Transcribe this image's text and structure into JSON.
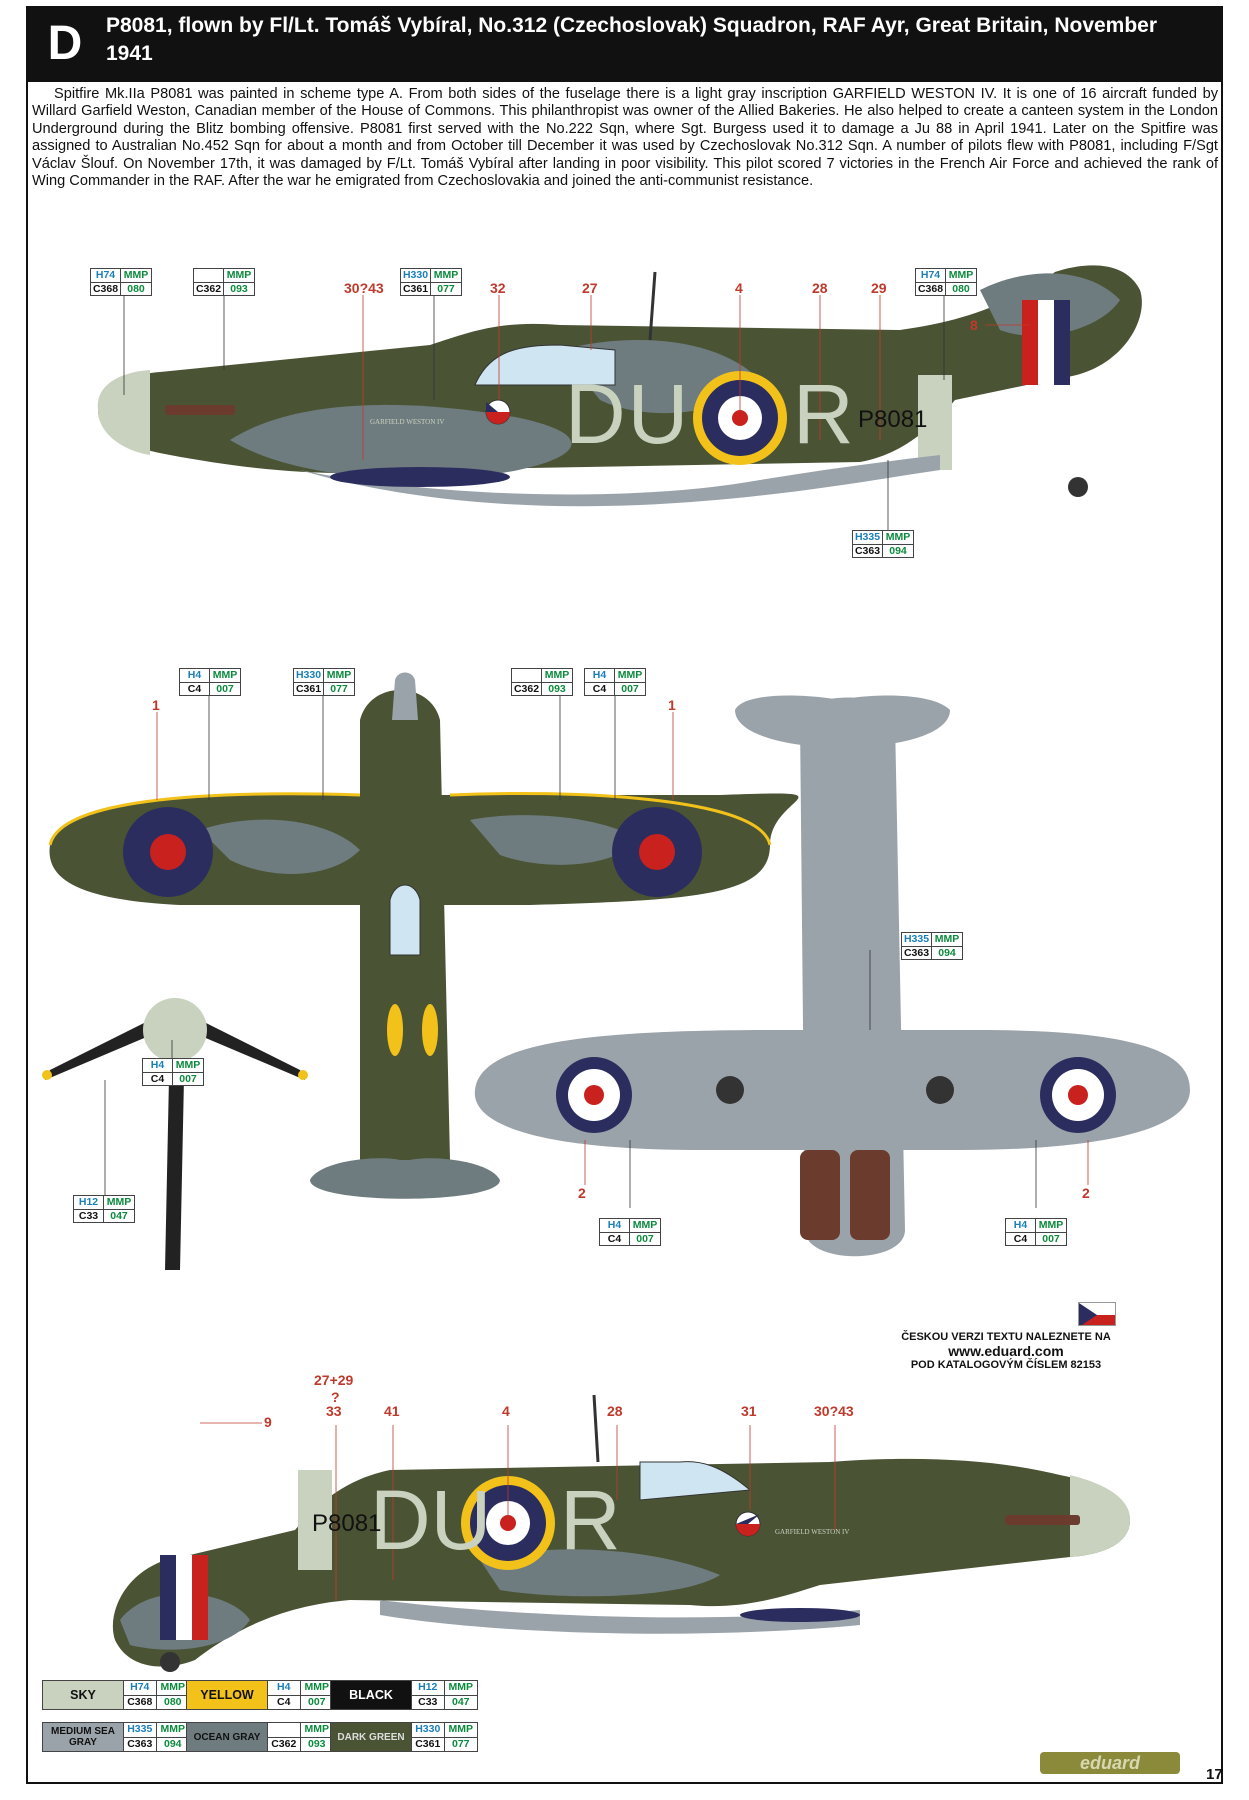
{
  "header": {
    "letter": "D",
    "title": "P8081, flown by Fl/Lt. Tomáš Vybíral, No.312 (Czechoslovak) Squadron, RAF Ayr, Great Britain, November 1941"
  },
  "description": "Spitfire Mk.IIa P8081 was painted in scheme type A. From both sides of the fuselage there is a light gray inscription GARFIELD WESTON IV. It is one of 16 aircraft funded by Willard Garfield Weston, Canadian member of the House of Commons. This philanthropist was owner of the Allied Bakeries. He also helped to create a canteen system in the London Underground during the Blitz bombing offensive. P8081 first served with the No.222 Sqn, where Sgt. Burgess used it to damage a Ju 88 in April 1941. Later on the Spitfire was assigned to Australian No.452 Sqn for about a month and from October till December it was used by Czechoslovak No.312 Sqn. A number of pilots flew with P8081, including F/Sgt Václav Šlouf. On November 17th, it was damaged by F/Lt. Tomáš Vybíral after landing in poor visibility. This pilot scored 7 victories in the French Air Force and achieved the rank of Wing Commander in the RAF. After the war he emigrated from Czechoslovakia and joined the anti-communist resistance.",
  "colors": {
    "sky": "#c9d2bf",
    "medium_sea_gray": "#9ba3aa",
    "ocean_gray": "#6f7c7f",
    "dark_green": "#4a5435",
    "yellow": "#f2c21b",
    "black": "#111111",
    "roundel_blue": "#2b2d5e",
    "roundel_red": "#c9211e",
    "callout_red": "#c0392b"
  },
  "fuselage": {
    "code_left": "DU",
    "code_right": "R",
    "serial_right_side": "P8081",
    "serial_left_side": "P8081",
    "inscription": "GARFIELD WESTON IV"
  },
  "color_boxes": {
    "b1": {
      "h": "H74",
      "m": "MMP",
      "c": "C368",
      "n": "080"
    },
    "b2": {
      "h": "",
      "m": "MMP",
      "c": "C362",
      "n": "093"
    },
    "b3": {
      "h": "H330",
      "m": "MMP",
      "c": "C361",
      "n": "077"
    },
    "b4": {
      "h": "H74",
      "m": "MMP",
      "c": "C368",
      "n": "080"
    },
    "b5": {
      "h": "H335",
      "m": "MMP",
      "c": "C363",
      "n": "094"
    },
    "b6": {
      "h": "H4",
      "m": "MMP",
      "c": "C4",
      "n": "007"
    },
    "b7": {
      "h": "H330",
      "m": "MMP",
      "c": "C361",
      "n": "077"
    },
    "b8": {
      "h": "",
      "m": "MMP",
      "c": "C362",
      "n": "093"
    },
    "b9": {
      "h": "H4",
      "m": "MMP",
      "c": "C4",
      "n": "007"
    },
    "b10": {
      "h": "H335",
      "m": "MMP",
      "c": "C363",
      "n": "094"
    },
    "b11": {
      "h": "H4",
      "m": "MMP",
      "c": "C4",
      "n": "007"
    },
    "b12": {
      "h": "H12",
      "m": "MMP",
      "c": "C33",
      "n": "047"
    },
    "b13": {
      "h": "H4",
      "m": "MMP",
      "c": "C4",
      "n": "007"
    },
    "b14": {
      "h": "H4",
      "m": "MMP",
      "c": "C4",
      "n": "007"
    }
  },
  "callouts": {
    "n1": "30?43",
    "n2": "32",
    "n3": "27",
    "n4": "4",
    "n5": "28",
    "n6": "29",
    "n7": "8",
    "n8": "1",
    "n9": "1",
    "n10": "2",
    "n11": "2",
    "n12": "9",
    "n13": "27+29",
    "n14": "?",
    "n15": "33",
    "n16": "41",
    "n17": "4",
    "n18": "28",
    "n19": "31",
    "n20": "30?43"
  },
  "czech_note": {
    "line1": "ČESKOU VERZI TEXTU NALEZNETE NA",
    "url": "www.eduard.com",
    "line2": "POD KATALOGOVÝM ČÍSLEM 82153"
  },
  "legend": [
    {
      "label": "SKY",
      "h": "H74",
      "m": "MMP",
      "c": "C368",
      "n": "080",
      "bg": "#c9d2bf",
      "fg": "#111"
    },
    {
      "label": "YELLOW",
      "h": "H4",
      "m": "MMP",
      "c": "C4",
      "n": "007",
      "bg": "#f2c21b",
      "fg": "#111"
    },
    {
      "label": "BLACK",
      "h": "H12",
      "m": "MMP",
      "c": "C33",
      "n": "047",
      "bg": "#111111",
      "fg": "#fff"
    },
    {
      "label": "MEDIUM SEA GRAY",
      "h": "H335",
      "m": "MMP",
      "c": "C363",
      "n": "094",
      "bg": "#9ba3aa",
      "fg": "#111"
    },
    {
      "label": "OCEAN GRAY",
      "h": "",
      "m": "MMP",
      "c": "C362",
      "n": "093",
      "bg": "#6f7c7f",
      "fg": "#111"
    },
    {
      "label": "DARK GREEN",
      "h": "H330",
      "m": "MMP",
      "c": "C361",
      "n": "077",
      "bg": "#4a5435",
      "fg": "#ddd"
    }
  ],
  "logo": "eduard",
  "page_number": "17"
}
